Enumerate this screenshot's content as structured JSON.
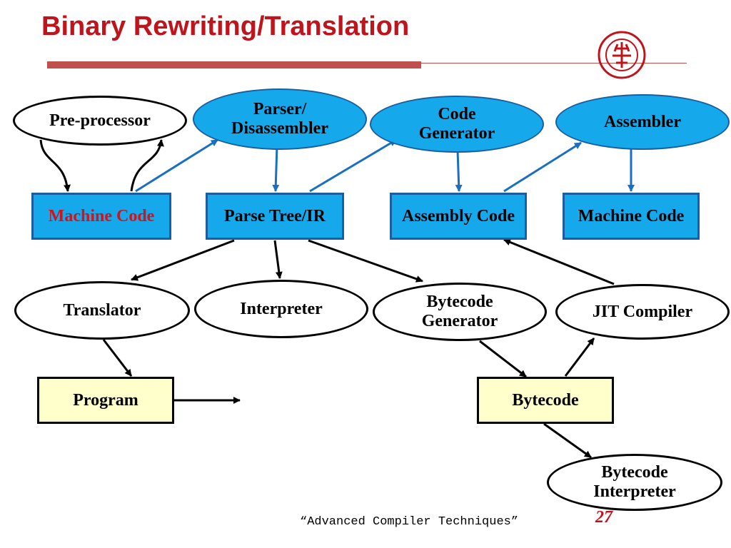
{
  "slide": {
    "title": "Binary Rewriting/Translation",
    "footer": "“Advanced Compiler Techniques”",
    "page_number": "27"
  },
  "nodes": {
    "preprocessor": "Pre-processor",
    "parser": "Parser/ Disassembler",
    "code_generator": "Code Generator",
    "assembler": "Assembler",
    "machine_code_in": "Machine Code",
    "parse_tree": "Parse Tree/IR",
    "assembly_code": "Assembly Code",
    "machine_code_out": "Machine Code",
    "translator": "Translator",
    "interpreter": "Interpreter",
    "bytecode_generator": "Bytecode Generator",
    "jit_compiler": "JIT Compiler",
    "program": "Program",
    "bytecode": "Bytecode",
    "bytecode_interpreter": "Bytecode Interpreter"
  },
  "colors": {
    "title": "#c0141c",
    "node_blue": "#15a9ec",
    "arrow_blue": "#1a6fc0",
    "box_yellow": "#ffffcc"
  },
  "logo": {
    "icon": "peking-university-seal-icon"
  }
}
